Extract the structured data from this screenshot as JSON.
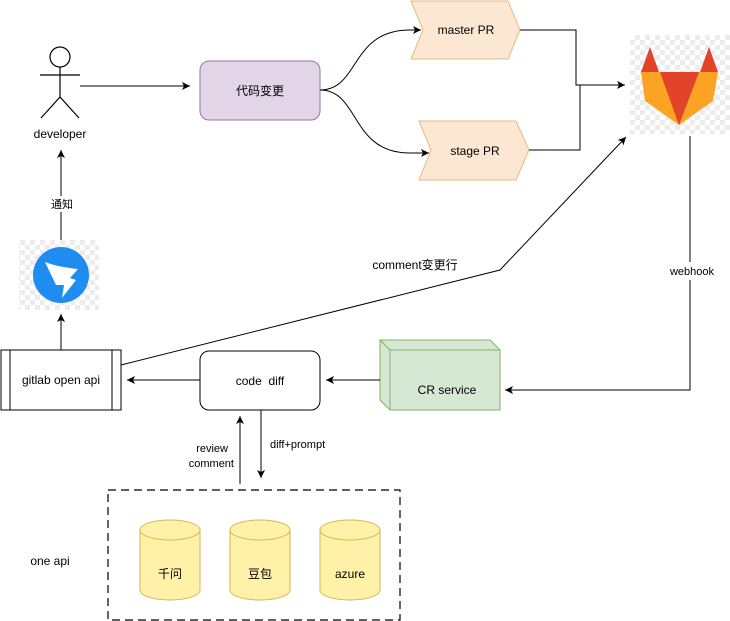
{
  "nodes": {
    "developer": "developer",
    "code_change": "代码变更",
    "master_pr": "master PR",
    "stage_pr": "stage PR",
    "gitlab_open_api": "gitlab open api",
    "code_diff": "code  diff",
    "cr_service": "CR service",
    "one_api": "one api",
    "llm_qianwen": "千问",
    "llm_doubao": "豆包",
    "llm_azure": "azure"
  },
  "edges": {
    "notify": "通知",
    "comment_change": "comment变更行",
    "webhook": "webhook",
    "review_comment_line1": "review",
    "review_comment_line2": "comment",
    "diff_prompt": "diff+prompt"
  },
  "colors": {
    "code_change_fill": "#e1d5e7",
    "code_change_stroke": "#9673a6",
    "pr_fill": "#fce8d2",
    "pr_stroke": "#e8b882",
    "cr_fill": "#d5e8d4",
    "cr_stroke": "#82b366",
    "db_fill": "#fff2a8",
    "db_stroke": "#d6b656",
    "dingtalk_blue": "#1e8cf0",
    "gitlab_orange": "#fc6d26",
    "gitlab_red": "#e24329",
    "gitlab_amber": "#fca326"
  },
  "icons": {
    "developer": "stick-figure-icon",
    "dingtalk": "dingtalk-icon",
    "gitlab": "gitlab-fox-icon"
  }
}
